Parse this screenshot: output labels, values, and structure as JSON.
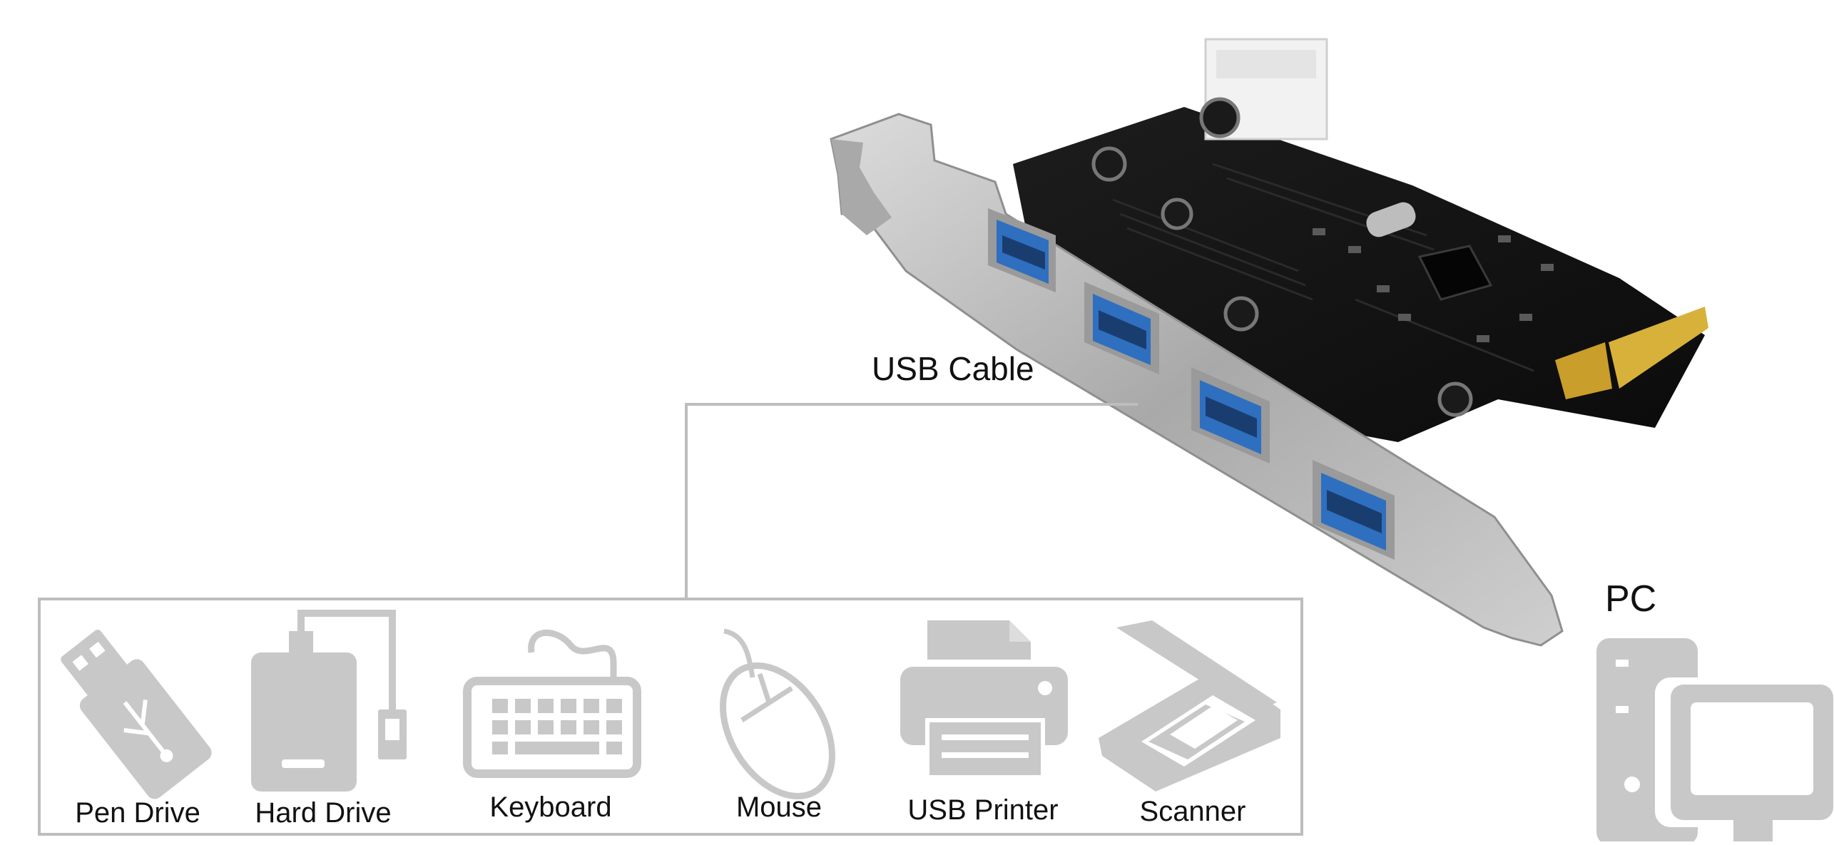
{
  "labels": {
    "cable": "USB Cable",
    "pc": "PC"
  },
  "devices": [
    {
      "icon": "pen-drive-icon",
      "label": "Pen Drive"
    },
    {
      "icon": "hard-drive-icon",
      "label": "Hard Drive"
    },
    {
      "icon": "keyboard-icon",
      "label": "Keyboard"
    },
    {
      "icon": "mouse-icon",
      "label": "Mouse"
    },
    {
      "icon": "printer-icon",
      "label": "USB Printer"
    },
    {
      "icon": "scanner-icon",
      "label": "Scanner"
    }
  ],
  "colors": {
    "icon_gray": "#c8c8c8",
    "line_gray": "#bdbdbd",
    "pcb_black": "#141414",
    "bracket_silver": "#b9b9b9",
    "usb_blue": "#2f6fbf",
    "gold": "#d8b13a"
  }
}
